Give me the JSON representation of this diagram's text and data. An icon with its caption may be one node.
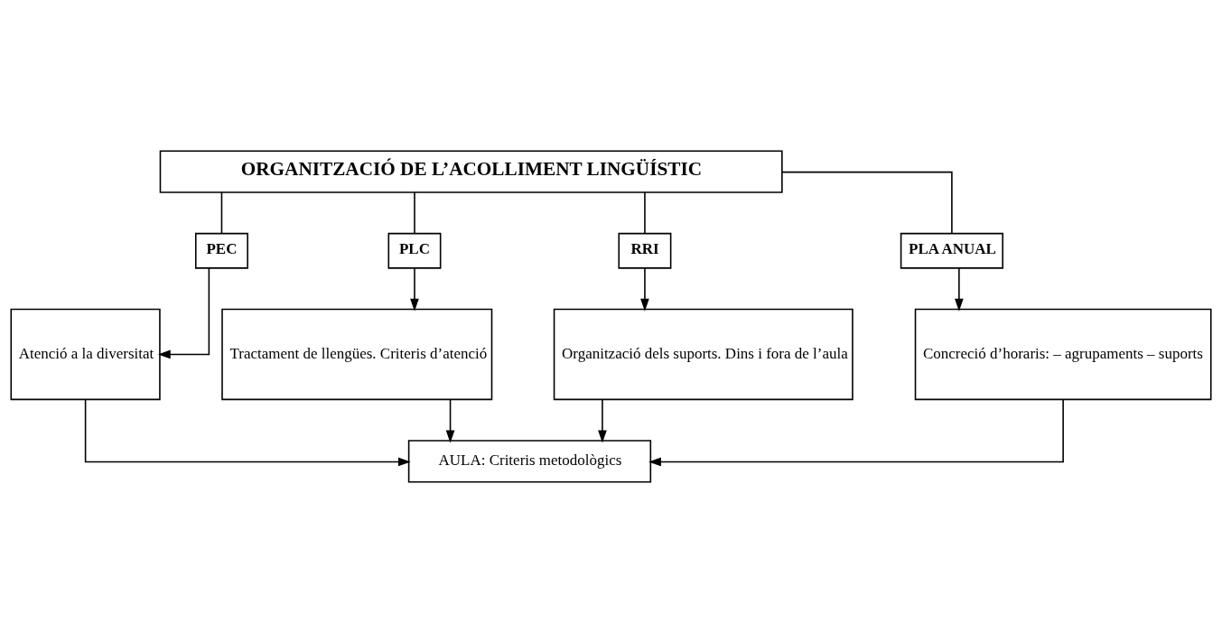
{
  "diagram": {
    "nodes": [
      {
        "text": [
          "ORGANITZACIÓ DE L’ACOLLIMENT LINGÜÍSTIC"
        ]
      },
      {
        "text": [
          "PEC"
        ]
      },
      {
        "text": [
          "PLC"
        ]
      },
      {
        "text": [
          "RRI"
        ]
      },
      {
        "text": [
          "PLA ANUAL"
        ]
      },
      {
        "text": [
          "Atenció a la diversitat"
        ]
      },
      {
        "text": [
          "Tractament de llengües. Criteris d’atenció"
        ]
      },
      {
        "text": [
          "Organització dels suports. Dins i fora de l’aula"
        ]
      },
      {
        "text": [
          "Concreció d’horaris: – agrupaments – suports"
        ]
      },
      {
        "text": [
          "AULA: Criteris metodològics"
        ]
      }
    ],
    "edges": [
      {
        "from": 0,
        "to": 1,
        "arrow": "none"
      },
      {
        "from": 0,
        "to": 2,
        "arrow": "none"
      },
      {
        "from": 0,
        "to": 3,
        "arrow": "none"
      },
      {
        "from": 0,
        "to": 4,
        "arrow": "none"
      },
      {
        "from": 1,
        "to": 5,
        "arrow": "to"
      },
      {
        "from": 2,
        "to": 6,
        "arrow": "to"
      },
      {
        "from": 3,
        "to": 7,
        "arrow": "to"
      },
      {
        "from": 4,
        "to": 8,
        "arrow": "to"
      },
      {
        "from": 5,
        "to": 9,
        "arrow": "to"
      },
      {
        "from": 6,
        "to": 9,
        "arrow": "to"
      },
      {
        "from": 7,
        "to": 9,
        "arrow": "to"
      },
      {
        "from": 8,
        "to": 9,
        "arrow": "to"
      }
    ]
  }
}
